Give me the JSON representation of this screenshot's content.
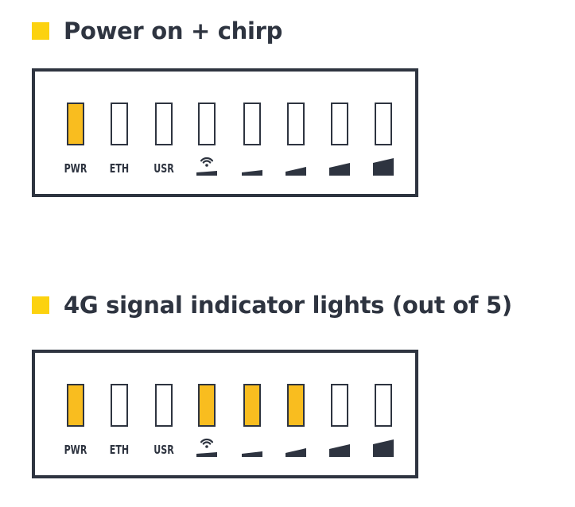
{
  "colors": {
    "accent": "#fcd20f",
    "led_on": "#f9bd1f",
    "outline": "#2e3440"
  },
  "sections": [
    {
      "title": "Power on + chirp",
      "leds": [
        {
          "label": "PWR",
          "on": true
        },
        {
          "label": "ETH",
          "on": false
        },
        {
          "label": "USR",
          "on": false
        },
        {
          "icon": "wifi-bar-1-icon",
          "on": false
        },
        {
          "icon": "signal-bar-2-icon",
          "on": false
        },
        {
          "icon": "signal-bar-3-icon",
          "on": false
        },
        {
          "icon": "signal-bar-4-icon",
          "on": false
        },
        {
          "icon": "signal-bar-5-icon",
          "on": false
        }
      ]
    },
    {
      "title": "4G signal indicator lights (out of 5)",
      "leds": [
        {
          "label": "PWR",
          "on": true
        },
        {
          "label": "ETH",
          "on": false
        },
        {
          "label": "USR",
          "on": false
        },
        {
          "icon": "wifi-bar-1-icon",
          "on": true
        },
        {
          "icon": "signal-bar-2-icon",
          "on": true
        },
        {
          "icon": "signal-bar-3-icon",
          "on": true
        },
        {
          "icon": "signal-bar-4-icon",
          "on": false
        },
        {
          "icon": "signal-bar-5-icon",
          "on": false
        }
      ]
    }
  ]
}
